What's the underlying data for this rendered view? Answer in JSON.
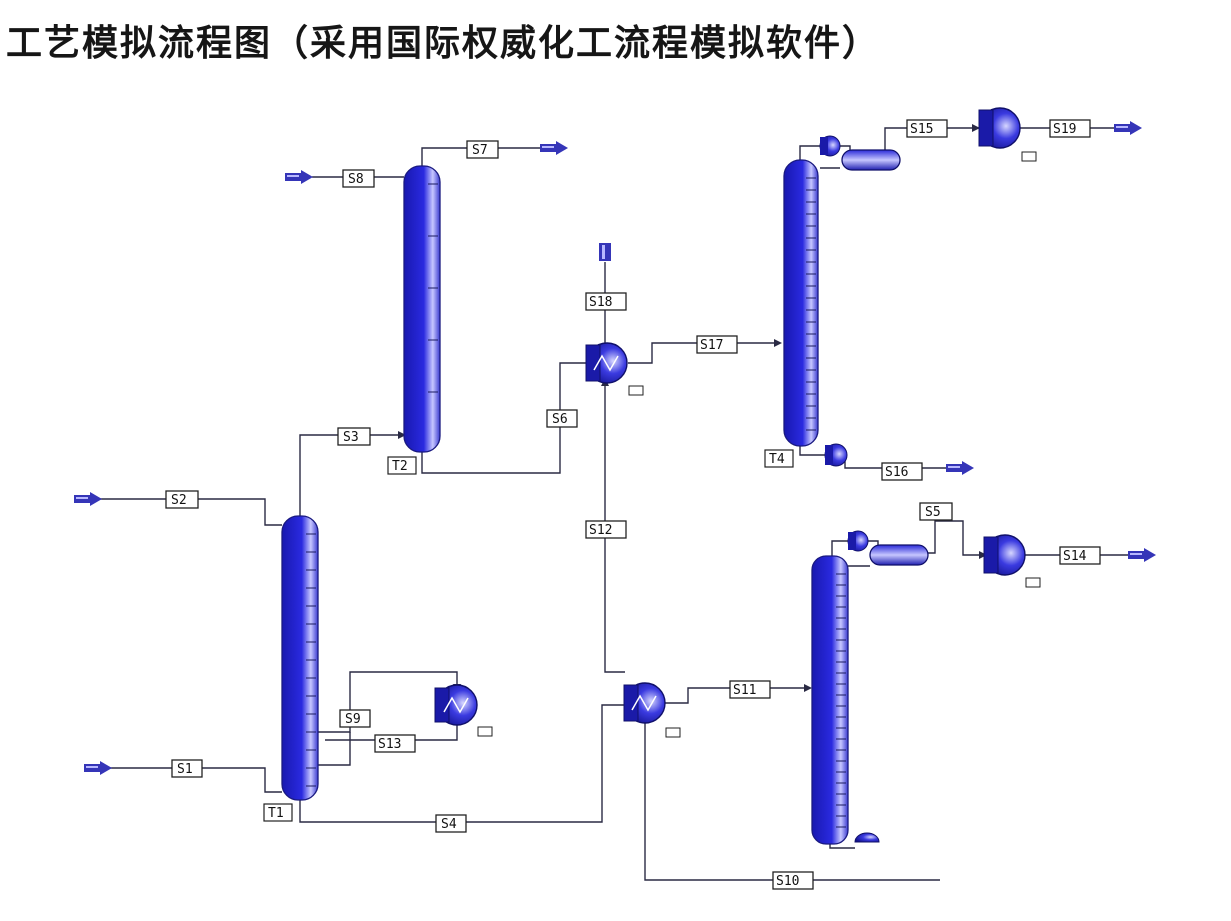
{
  "title": "工艺模拟流程图（采用国际权威化工流程模拟软件）",
  "colors": {
    "equipment_fill": "#2020c8",
    "equipment_highlight": "#c6c6ff",
    "line": "#2a2a44",
    "stream_arrow": "#3535b8"
  },
  "columns": [
    {
      "id": "T1",
      "label": "T1"
    },
    {
      "id": "T2",
      "label": "T2"
    },
    {
      "id": "T4",
      "label": "T4"
    }
  ],
  "streams": [
    {
      "id": "S1",
      "label": "S1"
    },
    {
      "id": "S2",
      "label": "S2"
    },
    {
      "id": "S3",
      "label": "S3"
    },
    {
      "id": "S4",
      "label": "S4"
    },
    {
      "id": "S5",
      "label": "S5"
    },
    {
      "id": "S6",
      "label": "S6"
    },
    {
      "id": "S7",
      "label": "S7"
    },
    {
      "id": "S8",
      "label": "S8"
    },
    {
      "id": "S9",
      "label": "S9"
    },
    {
      "id": "S10",
      "label": "S10"
    },
    {
      "id": "S11",
      "label": "S11"
    },
    {
      "id": "S12",
      "label": "S12"
    },
    {
      "id": "S13",
      "label": "S13"
    },
    {
      "id": "S14",
      "label": "S14"
    },
    {
      "id": "S15",
      "label": "S15"
    },
    {
      "id": "S16",
      "label": "S16"
    },
    {
      "id": "S17",
      "label": "S17"
    },
    {
      "id": "S18",
      "label": "S18"
    },
    {
      "id": "S19",
      "label": "S19"
    }
  ]
}
